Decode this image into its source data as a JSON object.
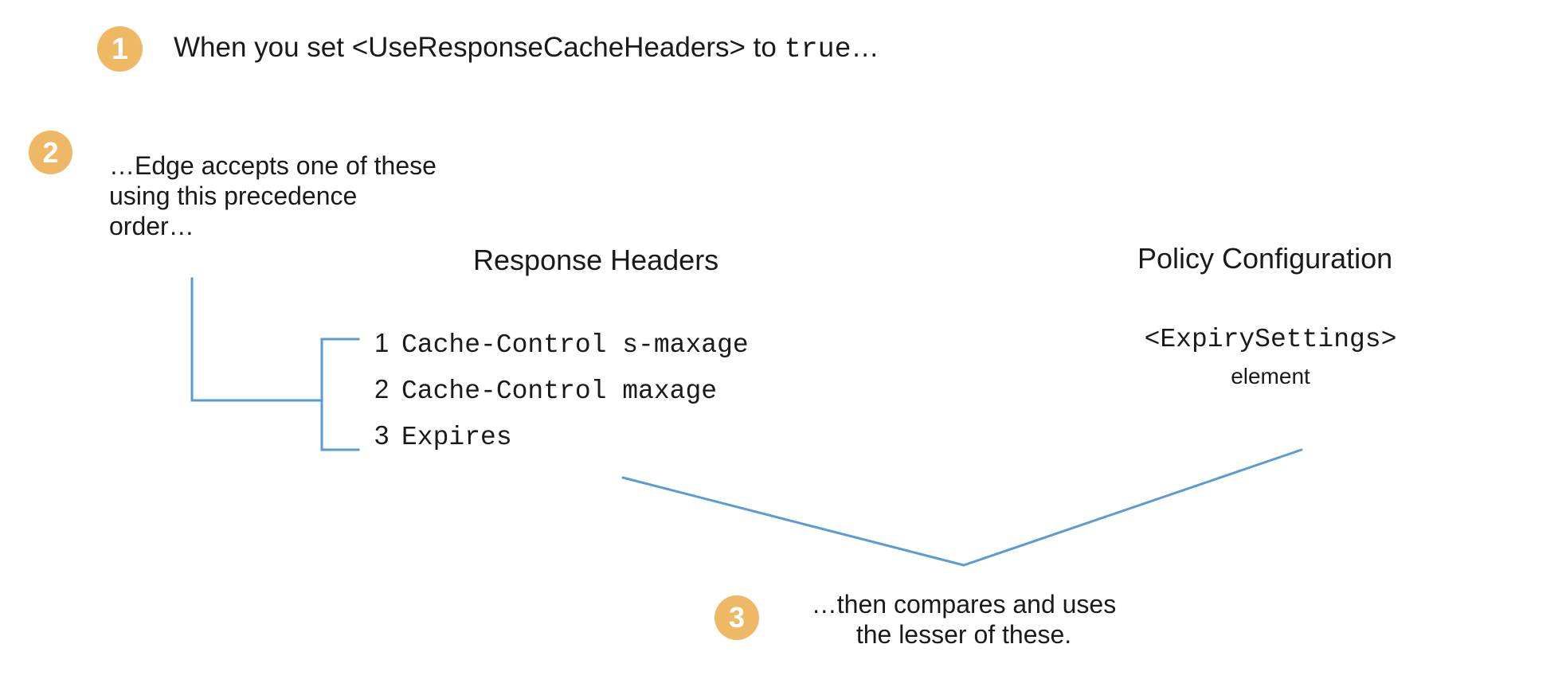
{
  "diagram": {
    "accent_color": "#EFB864",
    "line_color": "#5B9BD5",
    "background_color": "#FFFFFF",
    "text_color": "#1A1A1A"
  },
  "steps": [
    {
      "number": "1",
      "text_prefix": "When you set <UseResponseCacheHeaders> to ",
      "text_mono": "true",
      "text_suffix": "…"
    },
    {
      "number": "2",
      "lines": [
        "…Edge accepts one of these",
        "using this precedence",
        "order…"
      ]
    },
    {
      "number": "3",
      "lines": [
        "…then compares and uses",
        "the lesser of these."
      ]
    }
  ],
  "columns": {
    "response_headers": {
      "header": "Response Headers",
      "items": [
        {
          "rank": "1",
          "value": "Cache-Control s-maxage"
        },
        {
          "rank": "2",
          "value": "Cache-Control maxage"
        },
        {
          "rank": "3",
          "value": "Expires"
        }
      ]
    },
    "policy_configuration": {
      "header": "Policy Configuration",
      "element_name": "<ExpirySettings>",
      "element_word": "element"
    }
  }
}
